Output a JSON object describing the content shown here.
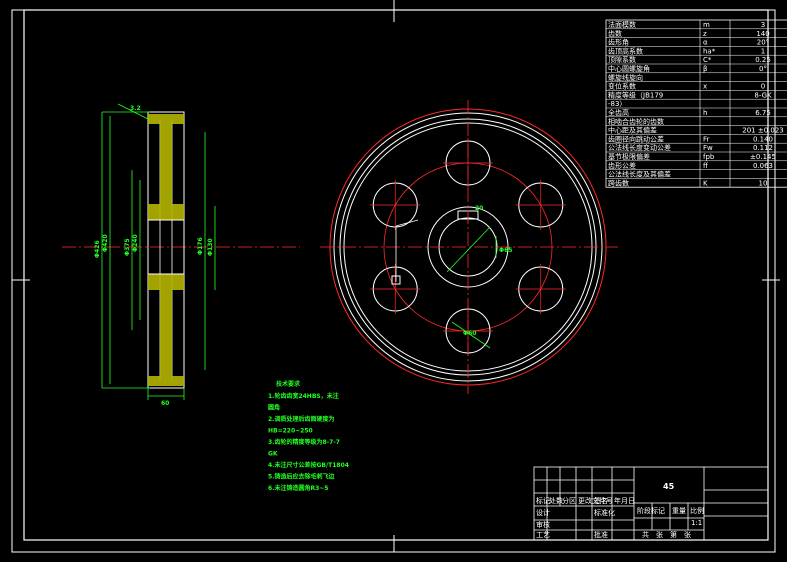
{
  "params": [
    {
      "name": "法面模数",
      "sym": "m",
      "val": "3"
    },
    {
      "name": "齿数",
      "sym": "z",
      "val": "140"
    },
    {
      "name": "齿形角",
      "sym": "α",
      "val": "20°"
    },
    {
      "name": "齿顶高系数",
      "sym": "ha*",
      "val": "1"
    },
    {
      "name": "顶隙系数",
      "sym": "C*",
      "val": "0.25"
    },
    {
      "name": "中心圆螺旋角",
      "sym": "β",
      "val": "0°"
    },
    {
      "name": "螺旋线旋向",
      "sym": "",
      "val": ""
    },
    {
      "name": "变位系数",
      "sym": "x",
      "val": "0"
    },
    {
      "name": "精度等级（JB179",
      "sym": "",
      "val": "8-GK"
    },
    {
      "name": "-83）",
      "sym": "",
      "val": ""
    },
    {
      "name": "全齿高",
      "sym": "h",
      "val": "6.75"
    },
    {
      "name": "相啮合齿轮的齿数",
      "sym": "",
      "val": ""
    },
    {
      "name": "中心距及其偏差",
      "sym": "",
      "val": "201 ±0.023"
    },
    {
      "name": "齿圈径向跳动公差",
      "sym": "Fr",
      "val": "0.140"
    },
    {
      "name": "公法线长度变动公差",
      "sym": "Fw",
      "val": "0.112"
    },
    {
      "name": "基节极限偏差",
      "sym": "fpb",
      "val": "±0.145"
    },
    {
      "name": "齿形公差",
      "sym": "ff",
      "val": "0.063"
    },
    {
      "name": "公法线长度及其偏差",
      "sym": "",
      "val": ""
    },
    {
      "name": "跨齿数",
      "sym": "K",
      "val": "10"
    }
  ],
  "notes": {
    "title": "技术要求",
    "lines": [
      "1.轮齿齿宽24HBS，未注",
      "圆角",
      "2.调质处理后齿面硬度为",
      "HB=220~250",
      "3.齿轮的精度等级为8-7-7",
      "GK",
      "4.未注尺寸公差按GB/T1804",
      "5.铸造后应去除毛刺飞边",
      "6.未注铸造圆角R3~5"
    ]
  },
  "title_block": {
    "material": "45",
    "row1": [
      "标记",
      "处数",
      "分区",
      "更改文件号",
      "签名",
      "年月日"
    ],
    "row2": [
      "设计",
      "标准化"
    ],
    "row3": [
      "审核"
    ],
    "row4": [
      "工艺",
      "批准"
    ],
    "stage": [
      "阶段标记",
      "重量",
      "比例"
    ],
    "scale": "1:1",
    "sheet": [
      "共",
      "张",
      "第",
      "张"
    ]
  },
  "dims": {
    "section_vertical": [
      "Φ426",
      "Φ420",
      "Φ375",
      "Φ240",
      "Φ176",
      "Φ130"
    ],
    "bottom_width": "60",
    "rough": "3.2",
    "slot_label": "20",
    "bore": "Φ65",
    "hole": "Φ60"
  },
  "colors": {
    "line_white": "#ffffff",
    "line_red": "#ff2a2a",
    "line_green": "#22ff22",
    "hatch": "#b4b400"
  }
}
